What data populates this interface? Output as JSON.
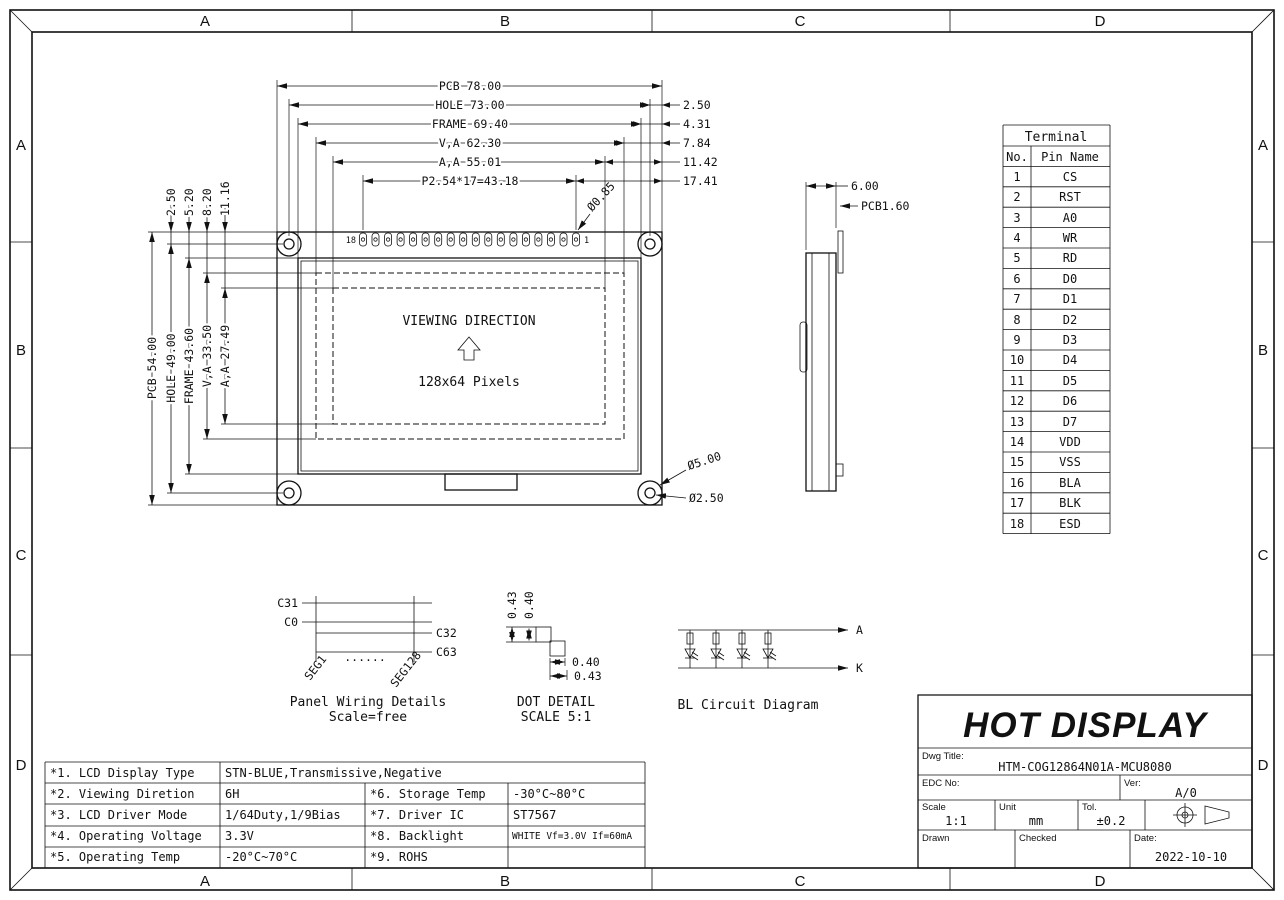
{
  "border": {
    "top": [
      "A",
      "B",
      "C",
      "D"
    ],
    "bottom": [
      "A",
      "B",
      "C",
      "D"
    ],
    "left": [
      "A",
      "B",
      "C",
      "D"
    ],
    "right": [
      "A",
      "B",
      "C",
      "D"
    ]
  },
  "front": {
    "dim_pcb_w": "PCB 78.00",
    "dim_hole_w": "HOLE 73.00",
    "dim_frame_w": "FRAME 69.40",
    "dim_va_w": "V,A 62.30",
    "dim_aa_w": "A,A 55.01",
    "dim_pitch": "P2.54*17=43.18",
    "off_hole": "2.50",
    "off_frame": "4.31",
    "off_va": "7.84",
    "off_aa": "11.42",
    "off_pin1": "17.41",
    "dim_pcb_h": "PCB 54.00",
    "dim_hole_h": "HOLE 49.00",
    "dim_frame_h": "FRAME 43.60",
    "dim_va_h": "V,A 33.50",
    "dim_aa_h": "A,A 27.49",
    "voff_hole": "2.50",
    "voff_frame": "5.20",
    "voff_va": "8.20",
    "voff_aa": "11.16",
    "pin_dia": "Ø0.85",
    "pad_dia": "Ø5.00",
    "hole_dia": "Ø2.50",
    "pin18": "18",
    "pin1": "1",
    "viewing": "VIEWING DIRECTION",
    "pixels": "128x64 Pixels"
  },
  "side": {
    "dim_w": "6.00",
    "dim_pcb": "PCB1.60"
  },
  "terminal": {
    "title": "Terminal",
    "no": "No.",
    "pin": "Pin Name",
    "rows": [
      {
        "no": "1",
        "name": "CS"
      },
      {
        "no": "2",
        "name": "RST"
      },
      {
        "no": "3",
        "name": "A0"
      },
      {
        "no": "4",
        "name": "WR"
      },
      {
        "no": "5",
        "name": "RD"
      },
      {
        "no": "6",
        "name": "D0"
      },
      {
        "no": "7",
        "name": "D1"
      },
      {
        "no": "8",
        "name": "D2"
      },
      {
        "no": "9",
        "name": "D3"
      },
      {
        "no": "10",
        "name": "D4"
      },
      {
        "no": "11",
        "name": "D5"
      },
      {
        "no": "12",
        "name": "D6"
      },
      {
        "no": "13",
        "name": "D7"
      },
      {
        "no": "14",
        "name": "VDD"
      },
      {
        "no": "15",
        "name": "VSS"
      },
      {
        "no": "16",
        "name": "BLA"
      },
      {
        "no": "17",
        "name": "BLK"
      },
      {
        "no": "18",
        "name": "ESD"
      }
    ]
  },
  "wiring": {
    "c31": "C31",
    "c0": "C0",
    "c32": "C32",
    "c63": "C63",
    "seg1": "SEG1",
    "seg128": "SEG128",
    "dots": "......",
    "caption": "Panel Wiring Details",
    "scale": "Scale=free"
  },
  "dot": {
    "v1": "0.43",
    "v2": "0.40",
    "h1": "0.40",
    "h2": "0.43",
    "caption": "DOT DETAIL",
    "scale": "SCALE 5:1"
  },
  "bl": {
    "a": "A",
    "k": "K",
    "caption": "BL Circuit Diagram"
  },
  "spec": {
    "r1c1": "*1. LCD Display Type",
    "r1c2": "STN-BLUE,Transmissive,Negative",
    "r2c1": "*2. Viewing Diretion",
    "r2c2": "6H",
    "r2c3": "*6. Storage Temp",
    "r2c4": "-30°C~80°C",
    "r3c1": "*3. LCD Driver Mode",
    "r3c2": "1/64Duty,1/9Bias",
    "r3c3": "*7. Driver IC",
    "r3c4": "ST7567",
    "r4c1": "*4. Operating Voltage",
    "r4c2": "3.3V",
    "r4c3": "*8. Backlight",
    "r4c4": "WHITE Vf=3.0V If=60mA",
    "r5c1": "*5. Operating Temp",
    "r5c2": "-20°C~70°C",
    "r5c3": "*9. ROHS",
    "r5c4": ""
  },
  "titleblock": {
    "company": "HOT DISPLAY",
    "dwg_label": "Dwg Title:",
    "dwg_value": "HTM-COG12864N01A-MCU8080",
    "edc_label": "EDC No:",
    "ver_label": "Ver:",
    "ver_value": "A/0",
    "scale_label": "Scale",
    "scale_value": "1:1",
    "unit_label": "Unit",
    "unit_value": "mm",
    "tol_label": "Tol.",
    "tol_value": "±0.2",
    "drawn_label": "Drawn",
    "checked_label": "Checked",
    "date_label": "Date:",
    "date_value": "2022-10-10"
  }
}
